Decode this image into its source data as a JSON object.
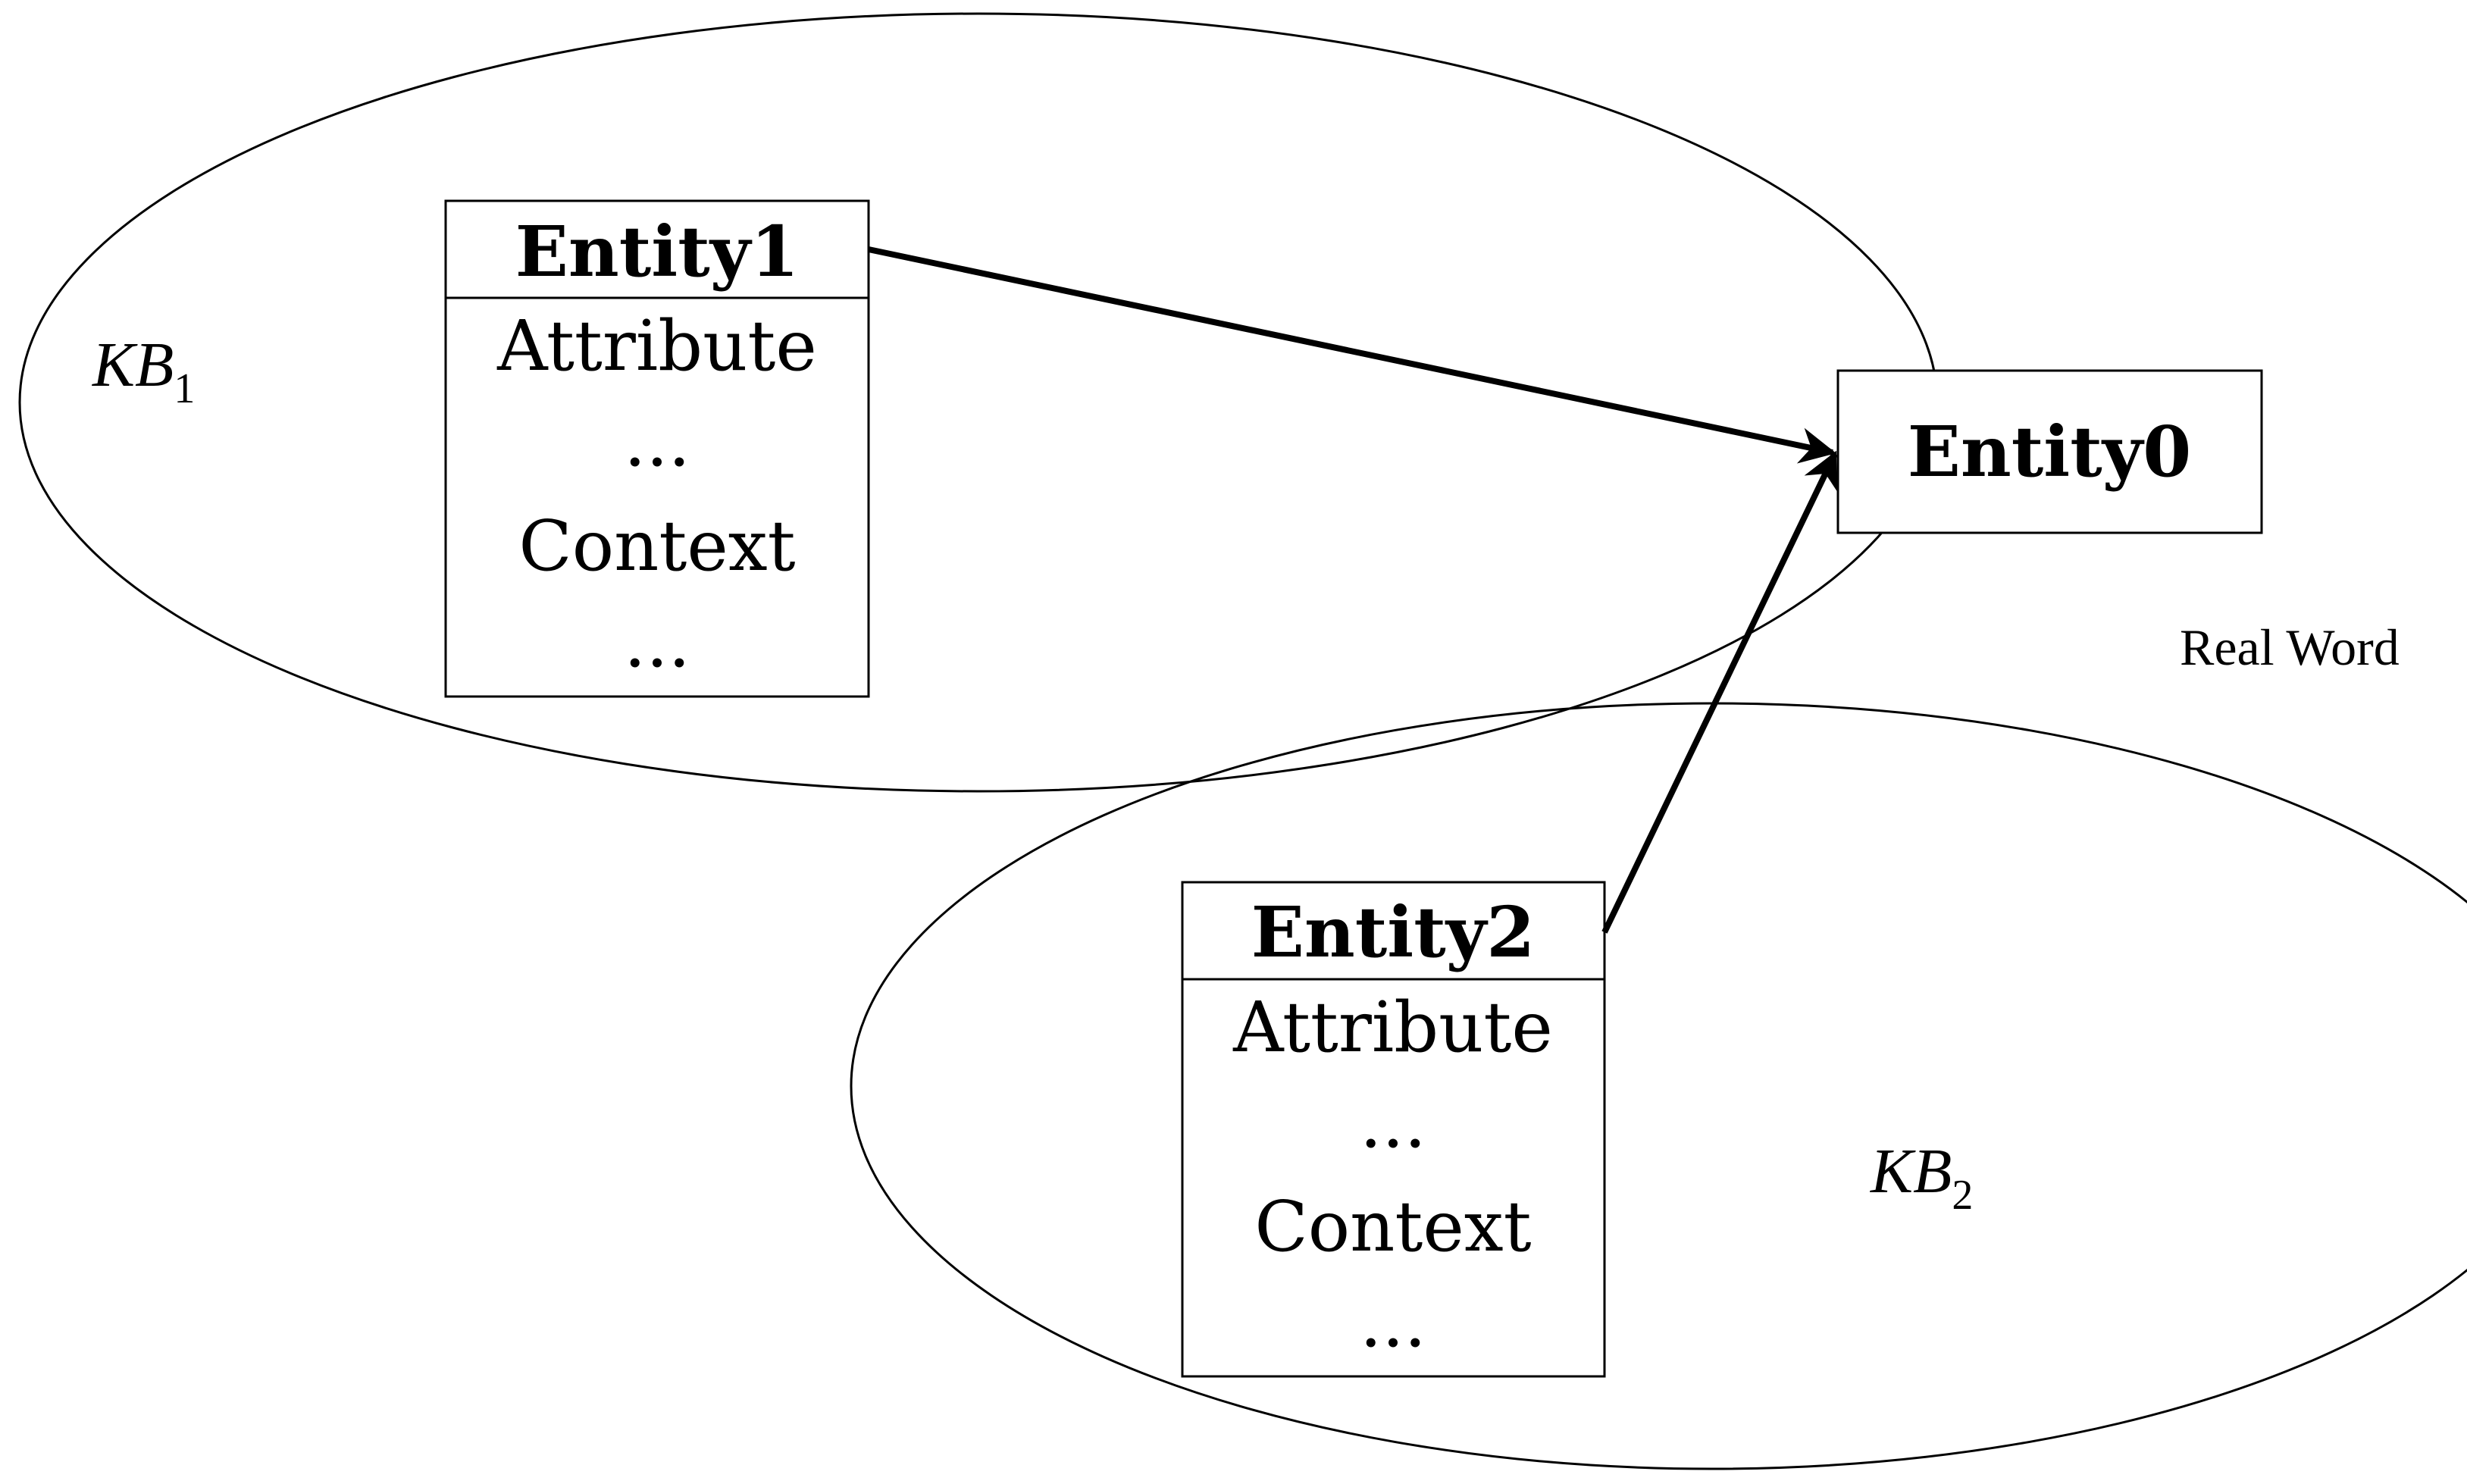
{
  "knowledge_bases": [
    {
      "label": "KB",
      "subscript": "1",
      "entity": {
        "title": "Entity1",
        "lines": [
          "Attribute",
          "...",
          "Context",
          "..."
        ]
      }
    },
    {
      "label": "KB",
      "subscript": "2",
      "entity": {
        "title": "Entity2",
        "lines": [
          "Attribute",
          "...",
          "Context",
          "..."
        ]
      }
    }
  ],
  "real_world": {
    "entity_title": "Entity0",
    "label": "Real Word"
  },
  "edges": [
    {
      "from": "Entity1",
      "to": "Entity0",
      "directed": true
    },
    {
      "from": "Entity2",
      "to": "Entity0",
      "directed": true
    }
  ]
}
